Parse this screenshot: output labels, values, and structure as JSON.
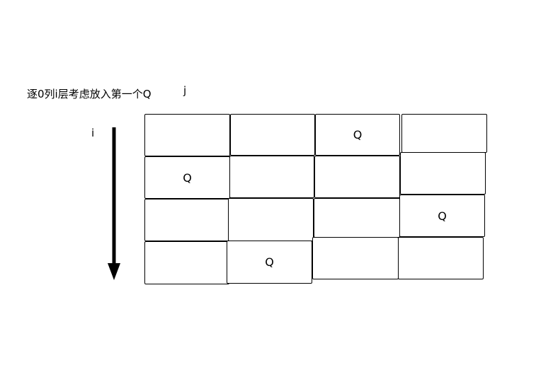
{
  "caption": "逐0列i层考虑放入第一个Q",
  "axis": {
    "column_label": "j",
    "row_label": "i"
  },
  "board": {
    "rows": [
      [
        "",
        "",
        "Q",
        ""
      ],
      [
        "Q",
        "",
        "",
        ""
      ],
      [
        "",
        "",
        "",
        "Q"
      ],
      [
        "",
        "Q",
        "",
        ""
      ]
    ]
  }
}
